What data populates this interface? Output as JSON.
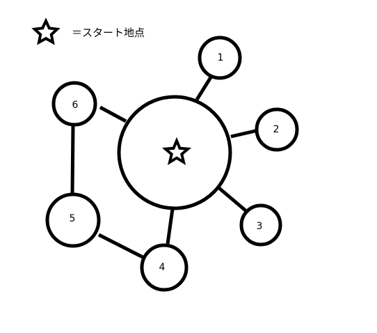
{
  "legend": {
    "icon": "star-icon",
    "text": "＝スタート地点"
  },
  "center": {
    "icon": "star-icon",
    "label": "start-point"
  },
  "nodes": [
    {
      "id": "1",
      "label": "1"
    },
    {
      "id": "2",
      "label": "2"
    },
    {
      "id": "3",
      "label": "3"
    },
    {
      "id": "4",
      "label": "4"
    },
    {
      "id": "5",
      "label": "5"
    },
    {
      "id": "6",
      "label": "6"
    }
  ],
  "edges": [
    [
      "start",
      "1"
    ],
    [
      "start",
      "2"
    ],
    [
      "start",
      "3"
    ],
    [
      "start",
      "4"
    ],
    [
      "start",
      "6"
    ],
    [
      "6",
      "5"
    ],
    [
      "5",
      "4"
    ]
  ]
}
